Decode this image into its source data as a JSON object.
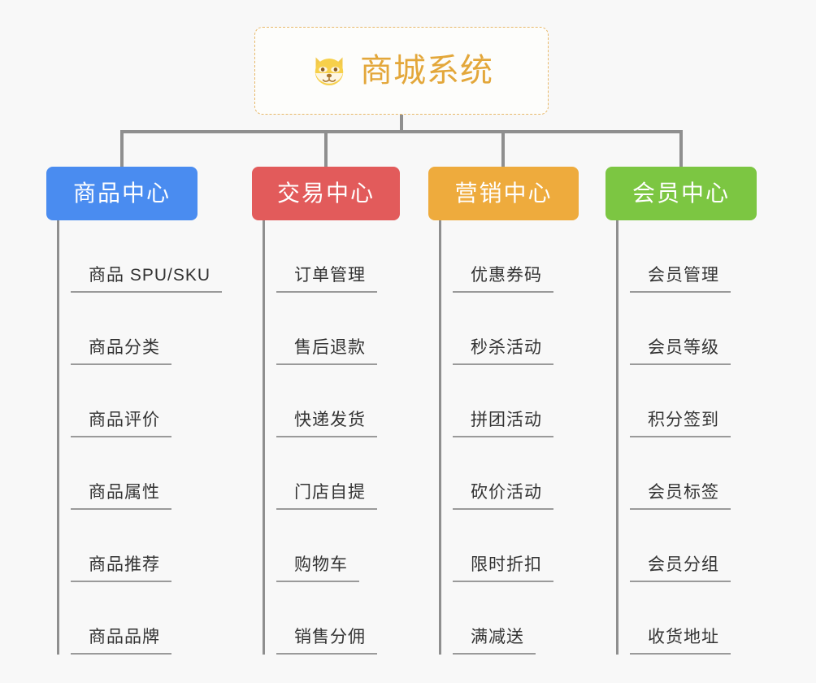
{
  "root": {
    "title": "商城系统",
    "icon": "dog-face-icon",
    "title_color": "#e3a73a",
    "border_color": "#e8b96a"
  },
  "connector_color": "#8f8f8f",
  "background_color": "#f8f8f8",
  "columns": [
    {
      "key": "product-center",
      "title": "商品中心",
      "color": "#4a8cf0",
      "items": [
        "商品 SPU/SKU",
        "商品分类",
        "商品评价",
        "商品属性",
        "商品推荐",
        "商品品牌"
      ]
    },
    {
      "key": "trade-center",
      "title": "交易中心",
      "color": "#e25b5b",
      "items": [
        "订单管理",
        "售后退款",
        "快递发货",
        "门店自提",
        "购物车",
        "销售分佣"
      ]
    },
    {
      "key": "marketing-center",
      "title": "营销中心",
      "color": "#eeab3d",
      "items": [
        "优惠券码",
        "秒杀活动",
        "拼团活动",
        "砍价活动",
        "限时折扣",
        "满减送"
      ]
    },
    {
      "key": "member-center",
      "title": "会员中心",
      "color": "#7cc642",
      "items": [
        "会员管理",
        "会员等级",
        "积分签到",
        "会员标签",
        "会员分组",
        "收货地址"
      ]
    }
  ]
}
